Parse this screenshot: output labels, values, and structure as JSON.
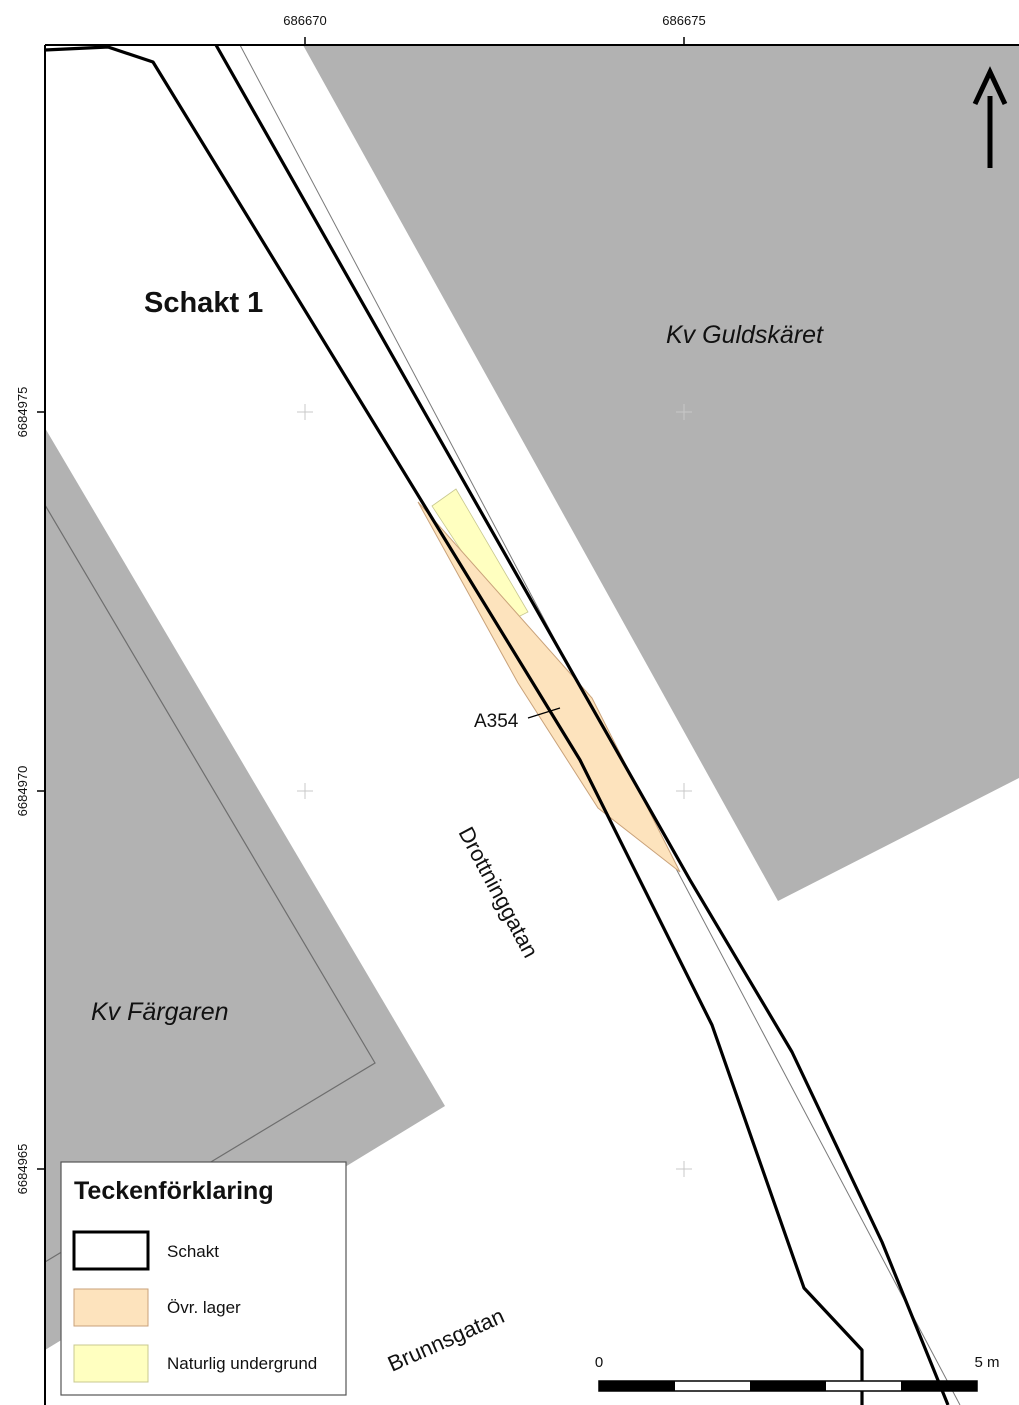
{
  "map": {
    "title": "Schakt 1",
    "feature_label": "A354",
    "blocks": {
      "guldskaret": "Kv Guldskäret",
      "fargaren": "Kv Färgaren"
    },
    "streets": {
      "drottninggatan": "Drottninggatan",
      "brunnsgatan": "Brunnsgatan"
    },
    "grid": {
      "x_ticks": [
        "686670",
        "686675"
      ],
      "y_ticks": [
        "6684975",
        "6684970",
        "6684965"
      ]
    },
    "north_arrow": "north-arrow-icon",
    "colors": {
      "block_fill": "#b2b2b2",
      "ovr_lager": "#fde3bd",
      "naturlig_undergrund": "#ffffc0",
      "schakt_outline": "#000000"
    }
  },
  "legend": {
    "title": "Teckenförklaring",
    "items": [
      {
        "label": "Schakt"
      },
      {
        "label": "Övr. lager"
      },
      {
        "label": "Naturlig undergrund"
      }
    ]
  },
  "scale_bar": {
    "start_label": "0",
    "end_label": "5 m"
  }
}
